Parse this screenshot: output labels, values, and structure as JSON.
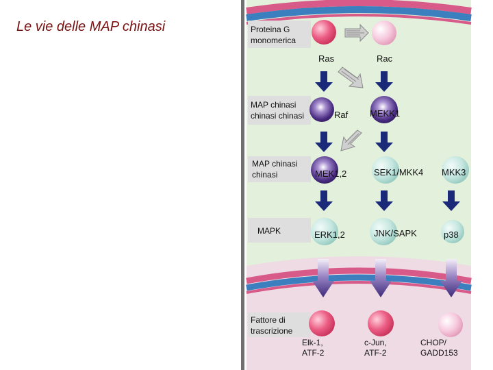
{
  "slide": {
    "title": "Le vie delle MAP chinasi"
  },
  "diagram": {
    "levels": {
      "g_protein": [
        "Proteina G",
        "monomerica"
      ],
      "mapkkk": [
        "MAP chinasi",
        "chinasi chinasi"
      ],
      "mapkk": [
        "MAP chinasi",
        "chinasi"
      ],
      "mapk": [
        "MAPK"
      ],
      "tf": [
        "Fattore di",
        "trascrizione"
      ]
    },
    "nodes": {
      "ras": "Ras",
      "rac": "Rac",
      "raf": "Raf",
      "mekk1": "MEKK1",
      "mek12": "MEK1,2",
      "sek1": "SEK1/MKK4",
      "mkk3": "MKK3",
      "erk12": "ERK1,2",
      "jnk": "JNK/SAPK",
      "p38": "p38",
      "elk1": [
        "Elk-1,",
        "ATF-2"
      ],
      "cjun": [
        "c-Jun,",
        "ATF-2"
      ],
      "chop": [
        "CHOP/",
        "GADD153"
      ]
    },
    "colors": {
      "cytoplasm": "#e3f0dc",
      "nucleus": "#eedbe4",
      "membrane_blue": "#3b7fbf",
      "membrane_pink": "#d85a88",
      "arrow_navy": "#1b2a78",
      "label_box": "#dedede",
      "node_pink": "#e8507a",
      "node_pale_pink": "#f4c4da",
      "node_purple": "#4a2d82",
      "node_teal": "#bfe3dc",
      "title_red": "#7a1010"
    }
  }
}
